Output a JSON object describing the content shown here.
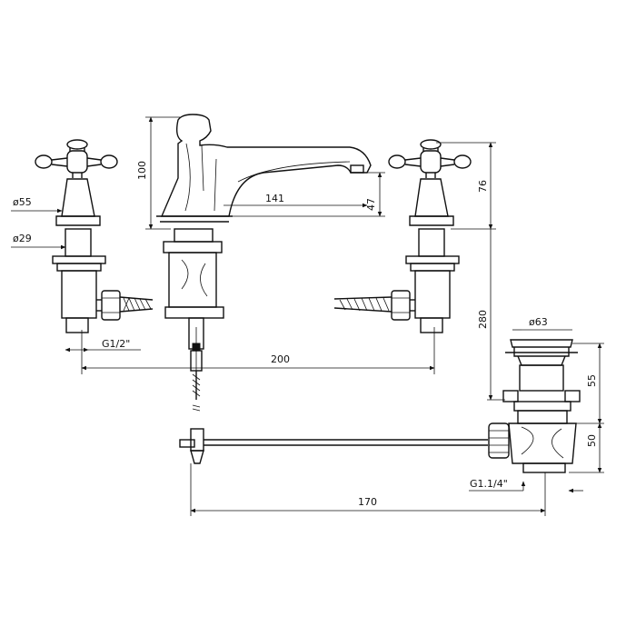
{
  "dimensions": {
    "d55": "ø55",
    "d29": "ø29",
    "g12": "G1/2\"",
    "h100": "100",
    "l141": "141",
    "h47": "47",
    "h76": "76",
    "h280": "280",
    "w200": "200",
    "d63": "ø63",
    "h55": "55",
    "h50": "50",
    "g114": "G1.1/4\"",
    "w170": "170"
  }
}
